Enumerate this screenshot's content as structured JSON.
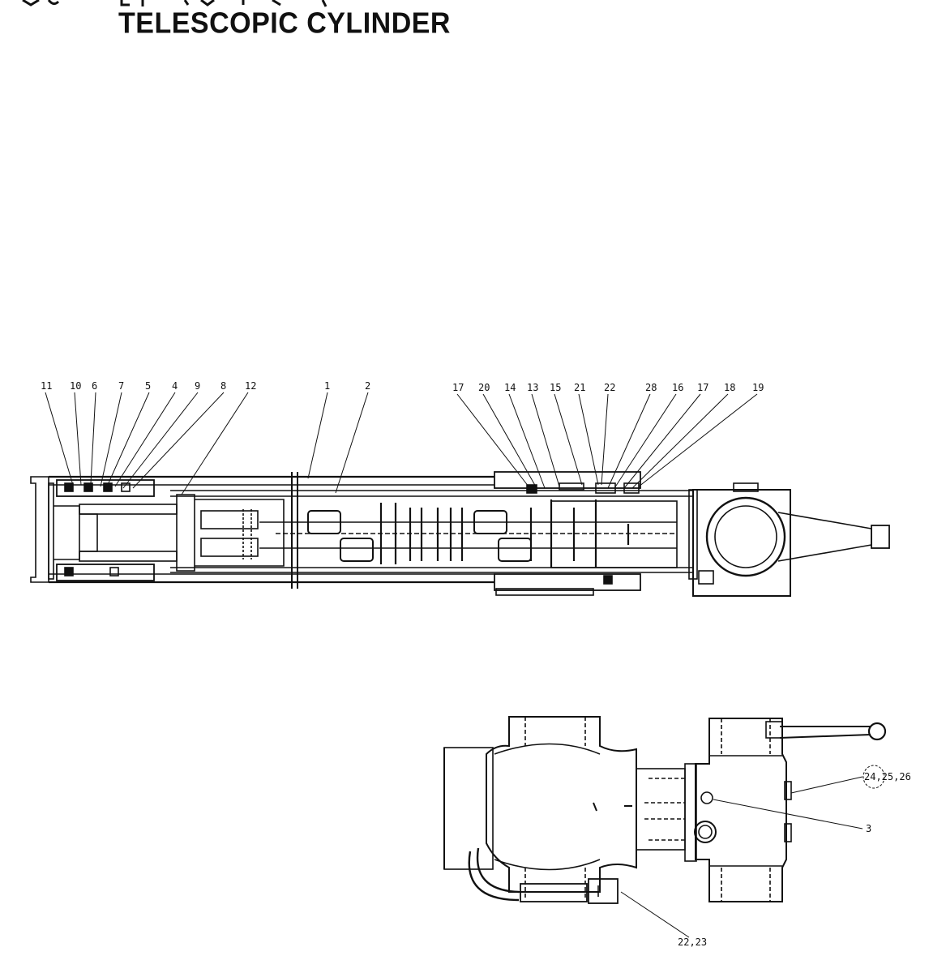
{
  "title": "TELESCOPIC CYLINDER",
  "main_view": {
    "callouts": [
      "11",
      "10",
      "6",
      "7",
      "5",
      "4",
      "9",
      "8",
      "12",
      "1",
      "2",
      "17",
      "20",
      "14",
      "13",
      "15",
      "21",
      "22",
      "28",
      "16",
      "17",
      "18",
      "19"
    ]
  },
  "side_view": {
    "callout_a": "24,25,26",
    "callout_b": "3",
    "callout_c": "22,23"
  }
}
